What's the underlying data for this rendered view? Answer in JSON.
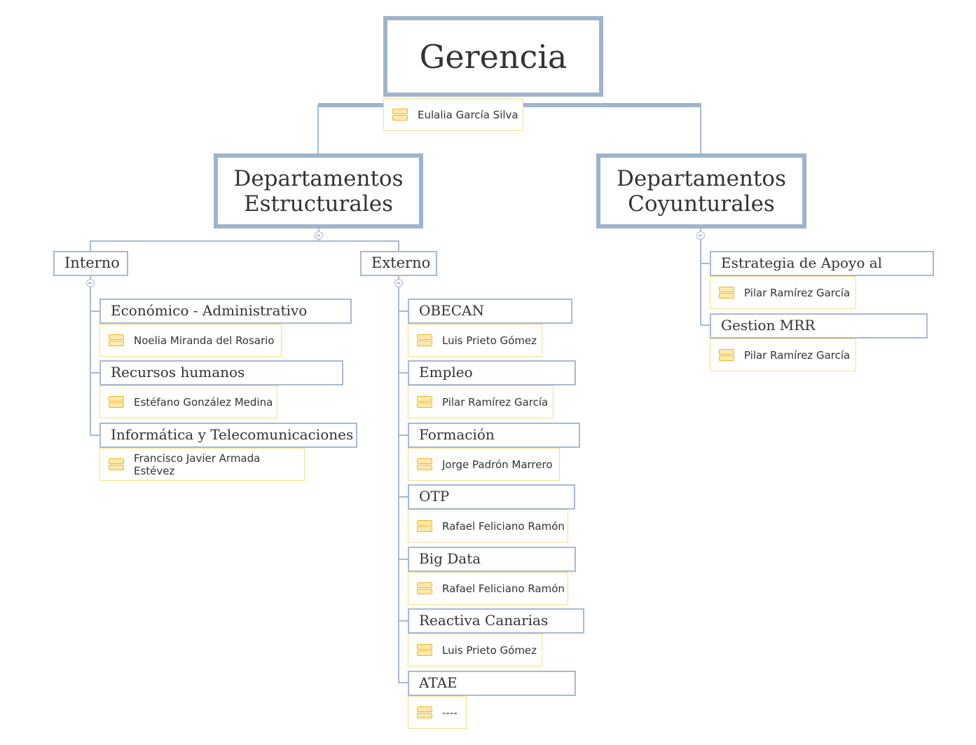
{
  "root": {
    "title": "Gerencia",
    "person": "Eulalia García Silva"
  },
  "structural": {
    "title_line1": "Departamentos",
    "title_line2": "Estructurales",
    "interno": {
      "label": "Interno",
      "items": [
        {
          "label": "Económico - Administrativo",
          "person": "Noelia Miranda del Rosario"
        },
        {
          "label": "Recursos humanos",
          "person": "Estéfano González Medina"
        },
        {
          "label": "Informática y Telecomunicaciones",
          "person": "Francisco Javier Armada Estévez"
        }
      ]
    },
    "externo": {
      "label": "Externo",
      "items": [
        {
          "label": "OBECAN",
          "person": "Luis Prieto Gómez"
        },
        {
          "label": "Empleo",
          "person": "Pilar Ramírez García"
        },
        {
          "label": "Formación",
          "person": "Jorge Padrón Marrero"
        },
        {
          "label": "OTP",
          "person": "Rafael Feliciano Ramón"
        },
        {
          "label": "Big Data",
          "person": "Rafael Feliciano Ramón"
        },
        {
          "label": "Reactiva Canarias",
          "person": "Luis Prieto Gómez"
        },
        {
          "label": "ATAE",
          "person": "----"
        }
      ]
    }
  },
  "conjunctural": {
    "title_line1": "Departamentos",
    "title_line2": "Coyunturales",
    "items": [
      {
        "label": "Estrategia de Apoyo al Empleo",
        "person": "Pilar Ramírez García"
      },
      {
        "label": "Gestion MRR",
        "person": "Pilar Ramírez García"
      }
    ]
  },
  "colors": {
    "node_border": "#a9b9d0",
    "person_border": "#f6e08a",
    "person_icon": "#f0b729"
  },
  "icons": {
    "person_marker": "stacked-cards-icon",
    "collapse": "collapse-circle-icon"
  }
}
